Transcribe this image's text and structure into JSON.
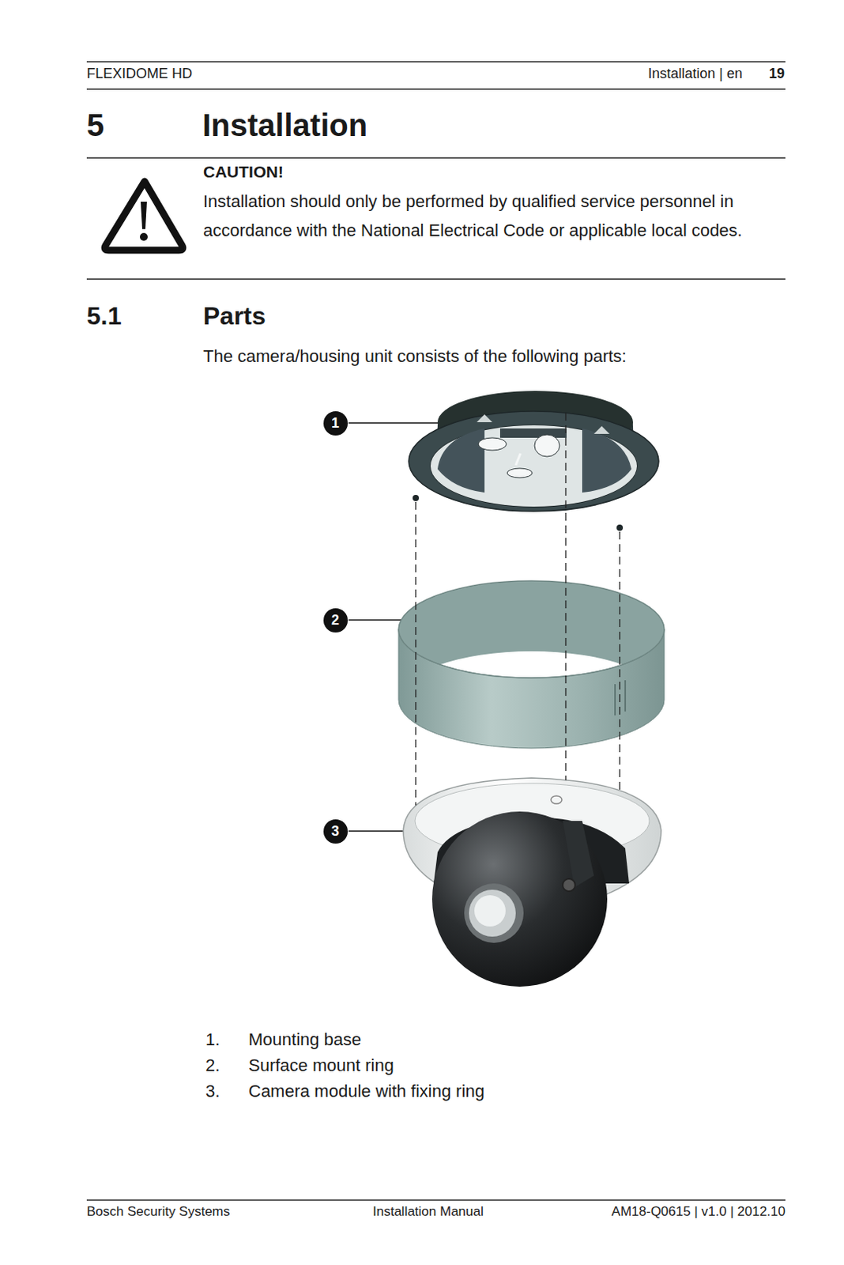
{
  "diagram": {
    "title": "Installation",
    "labels": [
      "FLEXIDOME HD",
      "Installation | en",
      "19",
      "5",
      "CAUTION!",
      "Installation should only be performed by qualified service personnel in accordance with the National Electrical Code or applicable local codes.",
      "5.1",
      "Parts",
      "The camera/housing unit consists of the following parts:",
      "1",
      "2",
      "3",
      "1.",
      "Mounting base",
      "2.",
      "Surface mount ring",
      "3.",
      "Camera module with fixing ring",
      "Bosch Security Systems",
      "Installation Manual",
      "AM18-Q0615 | v1.0 | 2012.10"
    ]
  }
}
